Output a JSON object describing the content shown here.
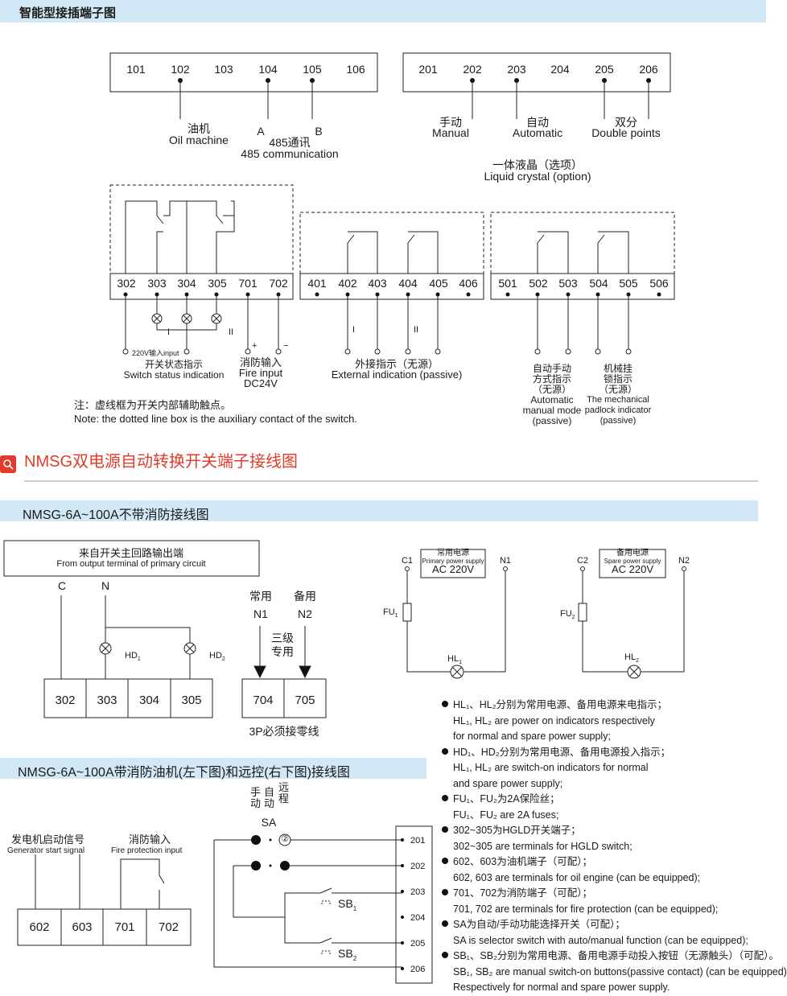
{
  "header": {
    "title": "智能型接插端子图"
  },
  "top": {
    "block1": [
      "101",
      "102",
      "103",
      "104",
      "105",
      "106"
    ],
    "block2": [
      "201",
      "202",
      "203",
      "204",
      "205",
      "206"
    ],
    "oil_cn": "油机",
    "oil_en": "Oil machine",
    "a": "A",
    "b": "B",
    "comm_cn": "485通讯",
    "comm_en": "485 communication",
    "manual_cn": "手动",
    "manual_en": "Manual",
    "auto_cn": "自动",
    "auto_en": "Automatic",
    "double_cn": "双分",
    "double_en": "Double points",
    "lcd_cn": "一体液晶（选项）",
    "lcd_en": "Liquid crystal (option)"
  },
  "mid": {
    "block1": [
      "302",
      "303",
      "304",
      "305",
      "701",
      "702"
    ],
    "block2": [
      "401",
      "402",
      "403",
      "404",
      "405",
      "406"
    ],
    "block3": [
      "501",
      "502",
      "503",
      "504",
      "505",
      "506"
    ],
    "i": "I",
    "ii": "II",
    "input220": "220V输入input",
    "switch_cn": "开关状态指示",
    "switch_en": "Switch status indication",
    "plus": "+",
    "minus": "−",
    "fire_cn": "消防输入",
    "fire_en": "Fire input",
    "fire_v": "DC24V",
    "ext_cn": "外接指示（无源）",
    "ext_en": "External indication (passive)",
    "automode": [
      "自动手动",
      "方式指示",
      "（无源）",
      "Automatic",
      "manual mode",
      "(passive)"
    ],
    "padlock": [
      "机械挂",
      "锁指示",
      "（无源）",
      "The mechanical",
      "padlock indicator",
      "(passive)"
    ],
    "note_cn": "注：虚线框为开关内部辅助触点。",
    "note_en": "Note: the dotted line box is the auxiliary contact of the switch."
  },
  "section": {
    "title": "NMSG双电源自动转换开关端子接线图"
  },
  "wiring1": {
    "bar": "NMSG-6A~100A不带消防接线图",
    "from_cn": "来自开关主回路输出端",
    "from_en": "From output terminal of primary circuit",
    "c": "C",
    "n": "N",
    "hd1": "HD",
    "hd2": "HD",
    "sub1": "1",
    "sub2": "2",
    "terms": [
      "302",
      "303",
      "304",
      "305"
    ],
    "common": "常用",
    "spare": "备用",
    "n1": "N1",
    "n2": "N2",
    "sanji1": "三级",
    "sanji2": "专用",
    "terms2": [
      "704",
      "705"
    ],
    "neutral": "3P必须接零线"
  },
  "power": {
    "c1": "C1",
    "n1": "N1",
    "c2": "C2",
    "n2": "N2",
    "pri_cn": "常用电源",
    "pri_en": "Primary power supply",
    "ac": "AC 220V",
    "spa_cn": "备用电源",
    "spa_en": "Spare power supply",
    "fu": "FU",
    "hl": "HL",
    "s1": "1",
    "s2": "2"
  },
  "wiring2": {
    "bar": "NMSG-6A~100A带消防油机(左下图)和远控(右下图)接线图",
    "gen_cn": "发电机启动信号",
    "gen_en": "Generator start signal",
    "fire_cn": "消防输入",
    "fire_en": "Fire protection input",
    "terms": [
      "602",
      "603",
      "701",
      "702"
    ],
    "sa_col1": "手动",
    "sa_col2": "自动",
    "sa_col3": "远程",
    "sa": "SA",
    "circle2": "②",
    "rterms": [
      "201",
      "202",
      "203",
      "204",
      "205",
      "206"
    ],
    "sb": "SB"
  },
  "legend": [
    {
      "b": true,
      "t": "HL₁、HL₂分别为常用电源、备用电源来电指示；"
    },
    {
      "b": false,
      "t": "HL₁, HL₂ are power on indicators respectively"
    },
    {
      "b": false,
      "t": "for normal and spare power supply;"
    },
    {
      "b": true,
      "t": "HD₁、HD₂分别为常用电源、备用电源投入指示；"
    },
    {
      "b": false,
      "t": "HL₁, HL₂ are switch-on indicators for normal"
    },
    {
      "b": false,
      "t": "and spare power supply;"
    },
    {
      "b": true,
      "t": "FU₁、FU₂为2A保险丝；"
    },
    {
      "b": false,
      "t": "FU₁、FU₂ are 2A fuses;"
    },
    {
      "b": true,
      "t": "302~305为HGLD开关端子；"
    },
    {
      "b": false,
      "t": "302~305 are terminals for HGLD switch;"
    },
    {
      "b": true,
      "t": "602、603为油机端子（可配）；"
    },
    {
      "b": false,
      "t": "602, 603 are terminals for oil engine (can be equipped);"
    },
    {
      "b": true,
      "t": "701、702为消防端子（可配）；"
    },
    {
      "b": false,
      "t": "701, 702 are terminals for fire protection (can be equipped);"
    },
    {
      "b": true,
      "t": "SA为自动/手动功能选择开关（可配）；"
    },
    {
      "b": false,
      "t": "SA is selector switch with auto/manual function (can be equipped);"
    },
    {
      "b": true,
      "t": "SB₁、SB₂分别为常用电源、备用电源手动投入按钮（无源触头）（可配）。"
    },
    {
      "b": false,
      "t": "SB₁, SB₂ are manual switch-on buttons(passive contact) (can be equipped)"
    },
    {
      "b": false,
      "t": "Respectively for normal and spare power supply."
    }
  ]
}
